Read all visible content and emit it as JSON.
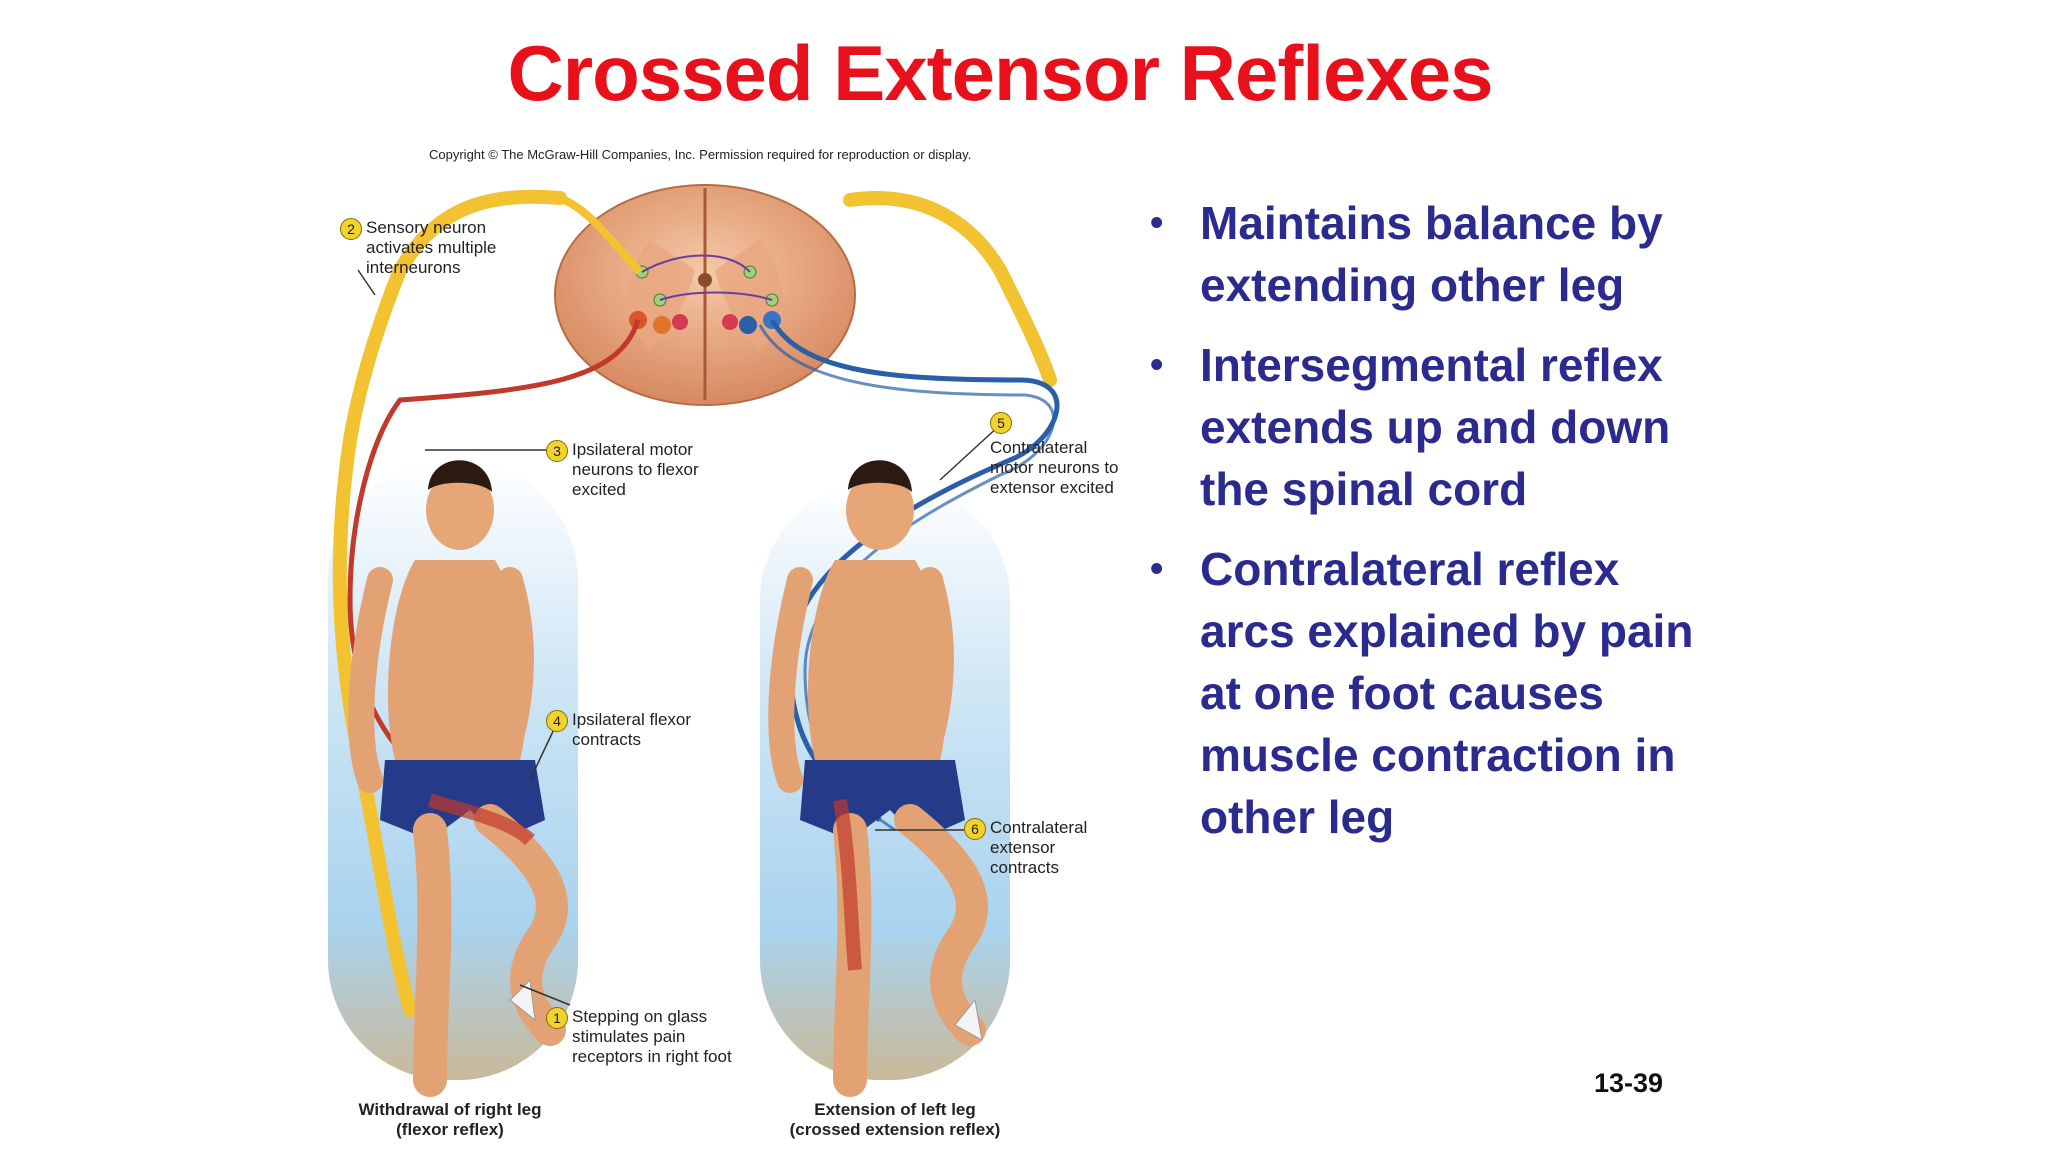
{
  "slide": {
    "title": "Crossed Extensor Reflexes",
    "copyright": "Copyright © The McGraw-Hill Companies, Inc. Permission required for reproduction or display.",
    "slide_number": "13-39"
  },
  "figure": {
    "labels": [
      {
        "num": "1",
        "text": "Stepping on glass stimulates pain receptors in right foot"
      },
      {
        "num": "2",
        "text": "Sensory neuron activates multiple interneurons"
      },
      {
        "num": "3",
        "text": "Ipsilateral motor neurons to flexor excited"
      },
      {
        "num": "4",
        "text": "Ipsilateral flexor contracts"
      },
      {
        "num": "5",
        "text": "Contralateral motor neurons to extensor excited"
      },
      {
        "num": "6",
        "text": "Contralateral extensor contracts"
      }
    ],
    "captions": {
      "left": "Withdrawal of right leg (flexor reflex)",
      "right": "Extension of left leg (crossed extension reflex)"
    }
  },
  "bullets": [
    {
      "text": "Maintains balance by extending other leg"
    },
    {
      "text": "Intersegmental reflex extends up and down the spinal cord"
    },
    {
      "text": "Contralateral reflex arcs explained by pain at one foot causes muscle contraction in other leg"
    }
  ],
  "colors": {
    "title": "#e8111b",
    "bullet_text": "#2b2a8e",
    "sensory_neuron": "#f2c230",
    "flexor_motor_neuron": "#c0392b",
    "extensor_motor_neuron": "#2a5fa8"
  }
}
